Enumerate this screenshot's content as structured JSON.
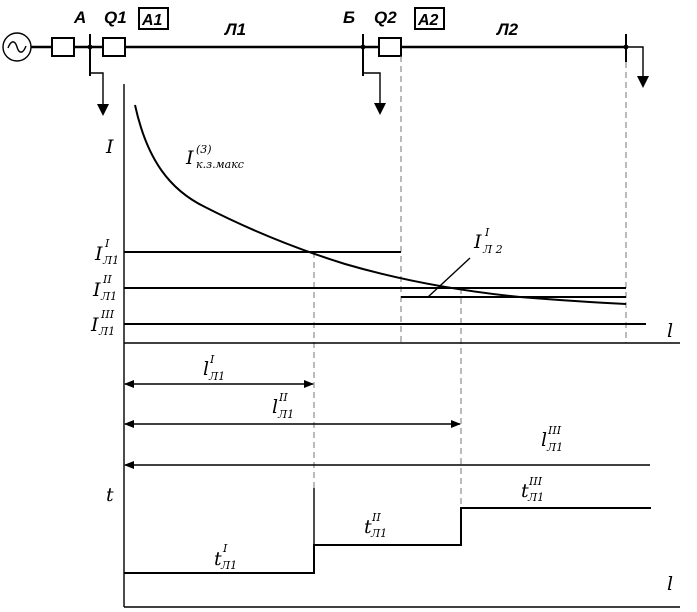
{
  "schematic": {
    "bus_a": "А",
    "bus_b": "Б",
    "breaker_1": "Q1",
    "breaker_2": "Q2",
    "relay_1": "А1",
    "relay_2": "А2",
    "line_1": "Л1",
    "line_2": "Л2"
  },
  "current_plot": {
    "axis_y": "I",
    "axis_x": "l",
    "fault_curve": {
      "base": "I",
      "sup": "(3)",
      "sub": "к.з.макс"
    },
    "setting_1": {
      "base": "I",
      "sup": "I",
      "sub": "Л1"
    },
    "setting_2": {
      "base": "I",
      "sup": "II",
      "sub": "Л1"
    },
    "setting_3": {
      "base": "I",
      "sup": "III",
      "sub": "Л1"
    },
    "setting_l2": {
      "base": "I",
      "sup": "I",
      "sub": "Л 2"
    }
  },
  "reach": {
    "zone_1": {
      "base": "l",
      "sup": "I",
      "sub": "Л1"
    },
    "zone_2": {
      "base": "l",
      "sup": "II",
      "sub": "Л1"
    },
    "zone_3": {
      "base": "l",
      "sup": "III",
      "sub": "Л1"
    }
  },
  "time_plot": {
    "axis_y": "t",
    "axis_x": "l",
    "stage_1": {
      "base": "t",
      "sup": "I",
      "sub": "Л1"
    },
    "stage_2": {
      "base": "t",
      "sup": "II",
      "sub": "Л1"
    },
    "stage_3": {
      "base": "t",
      "sup": "III",
      "sub": "Л1"
    }
  }
}
